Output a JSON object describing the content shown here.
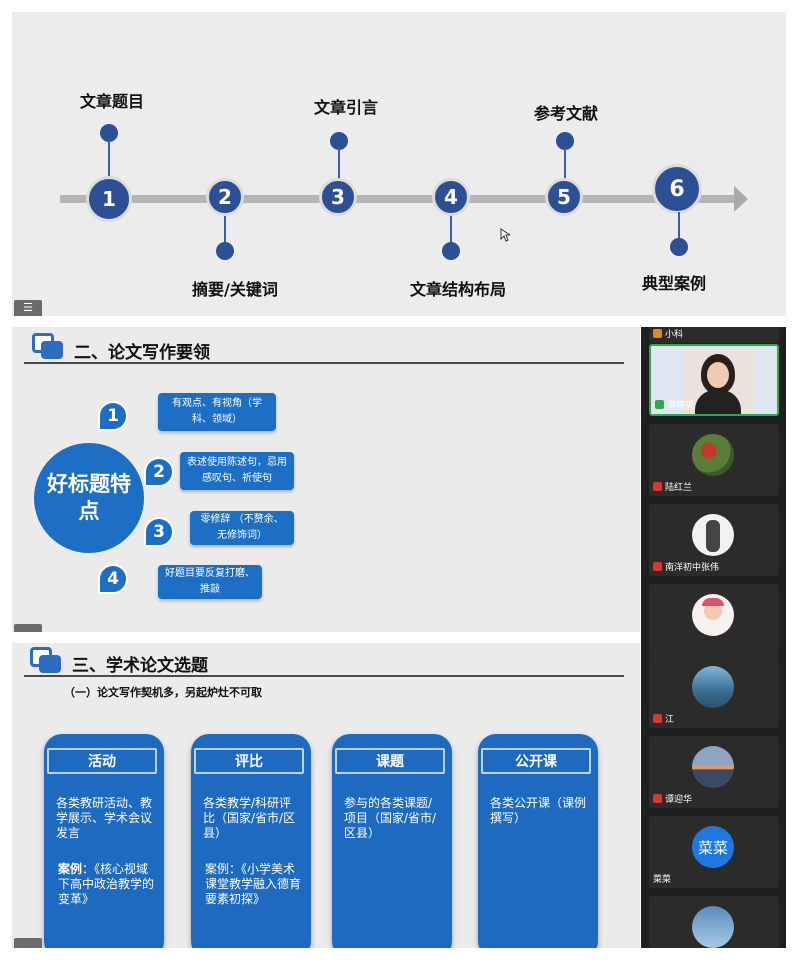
{
  "panel1": {
    "timeline": [
      {
        "num": "1",
        "label": "文章题目",
        "pos": "top"
      },
      {
        "num": "2",
        "label": "摘要/关键词",
        "pos": "bottom"
      },
      {
        "num": "3",
        "label": "文章引言",
        "pos": "top"
      },
      {
        "num": "4",
        "label": "文章结构布局",
        "pos": "bottom"
      },
      {
        "num": "5",
        "label": "参考文献",
        "pos": "top"
      },
      {
        "num": "6",
        "label": "典型案例",
        "pos": "bottom"
      }
    ]
  },
  "panel2": {
    "title": "二、论文写作要领",
    "center": "好标题特点",
    "points": [
      {
        "num": "1",
        "text": "有观点、有视角（学科、领域）"
      },
      {
        "num": "2",
        "text": "表述使用陈述句，忌用感叹句、祈使句"
      },
      {
        "num": "3",
        "text": "零修辞 （不赘余、无修饰词）"
      },
      {
        "num": "4",
        "text": "好题目要反复打磨、推敲"
      }
    ]
  },
  "panel3": {
    "title": "三、学术论文选题",
    "subtitle": "（一）论文写作契机多，另起炉灶不可取",
    "cards": [
      {
        "head": "活动",
        "text": "各类教研活动、教学展示、学术会议发言",
        "case_label": "案例",
        "case": "：《核心视域下高中政治教学的变革》"
      },
      {
        "head": "评比",
        "text": "各类教学/科研评比（国家/省市/区县）",
        "case_label": "",
        "case": "案例：《小学美术课堂教学融入德育要素初探》"
      },
      {
        "head": "课题",
        "text": "参与的各类课题/项目（国家/省市/区县）",
        "case_label": "",
        "case": ""
      },
      {
        "head": "公开课",
        "text": "各类公开课（课例撰写）",
        "case_label": "",
        "case": ""
      }
    ]
  },
  "participants": [
    {
      "name": "小科"
    },
    {
      "name": "谢晓英"
    },
    {
      "name": "陆红兰"
    },
    {
      "name": "南洋初中张伟"
    },
    {
      "name": ""
    },
    {
      "name": "江"
    },
    {
      "name": "谭迎华"
    },
    {
      "name": "菜菜",
      "avatar_text": "菜菜"
    },
    {
      "name": ""
    }
  ],
  "colors": {
    "accent": "#2d4f94",
    "slide_blue": "#1c6fc4",
    "strip_bg": "#1f1f1f",
    "active_border": "#2fa84f"
  }
}
